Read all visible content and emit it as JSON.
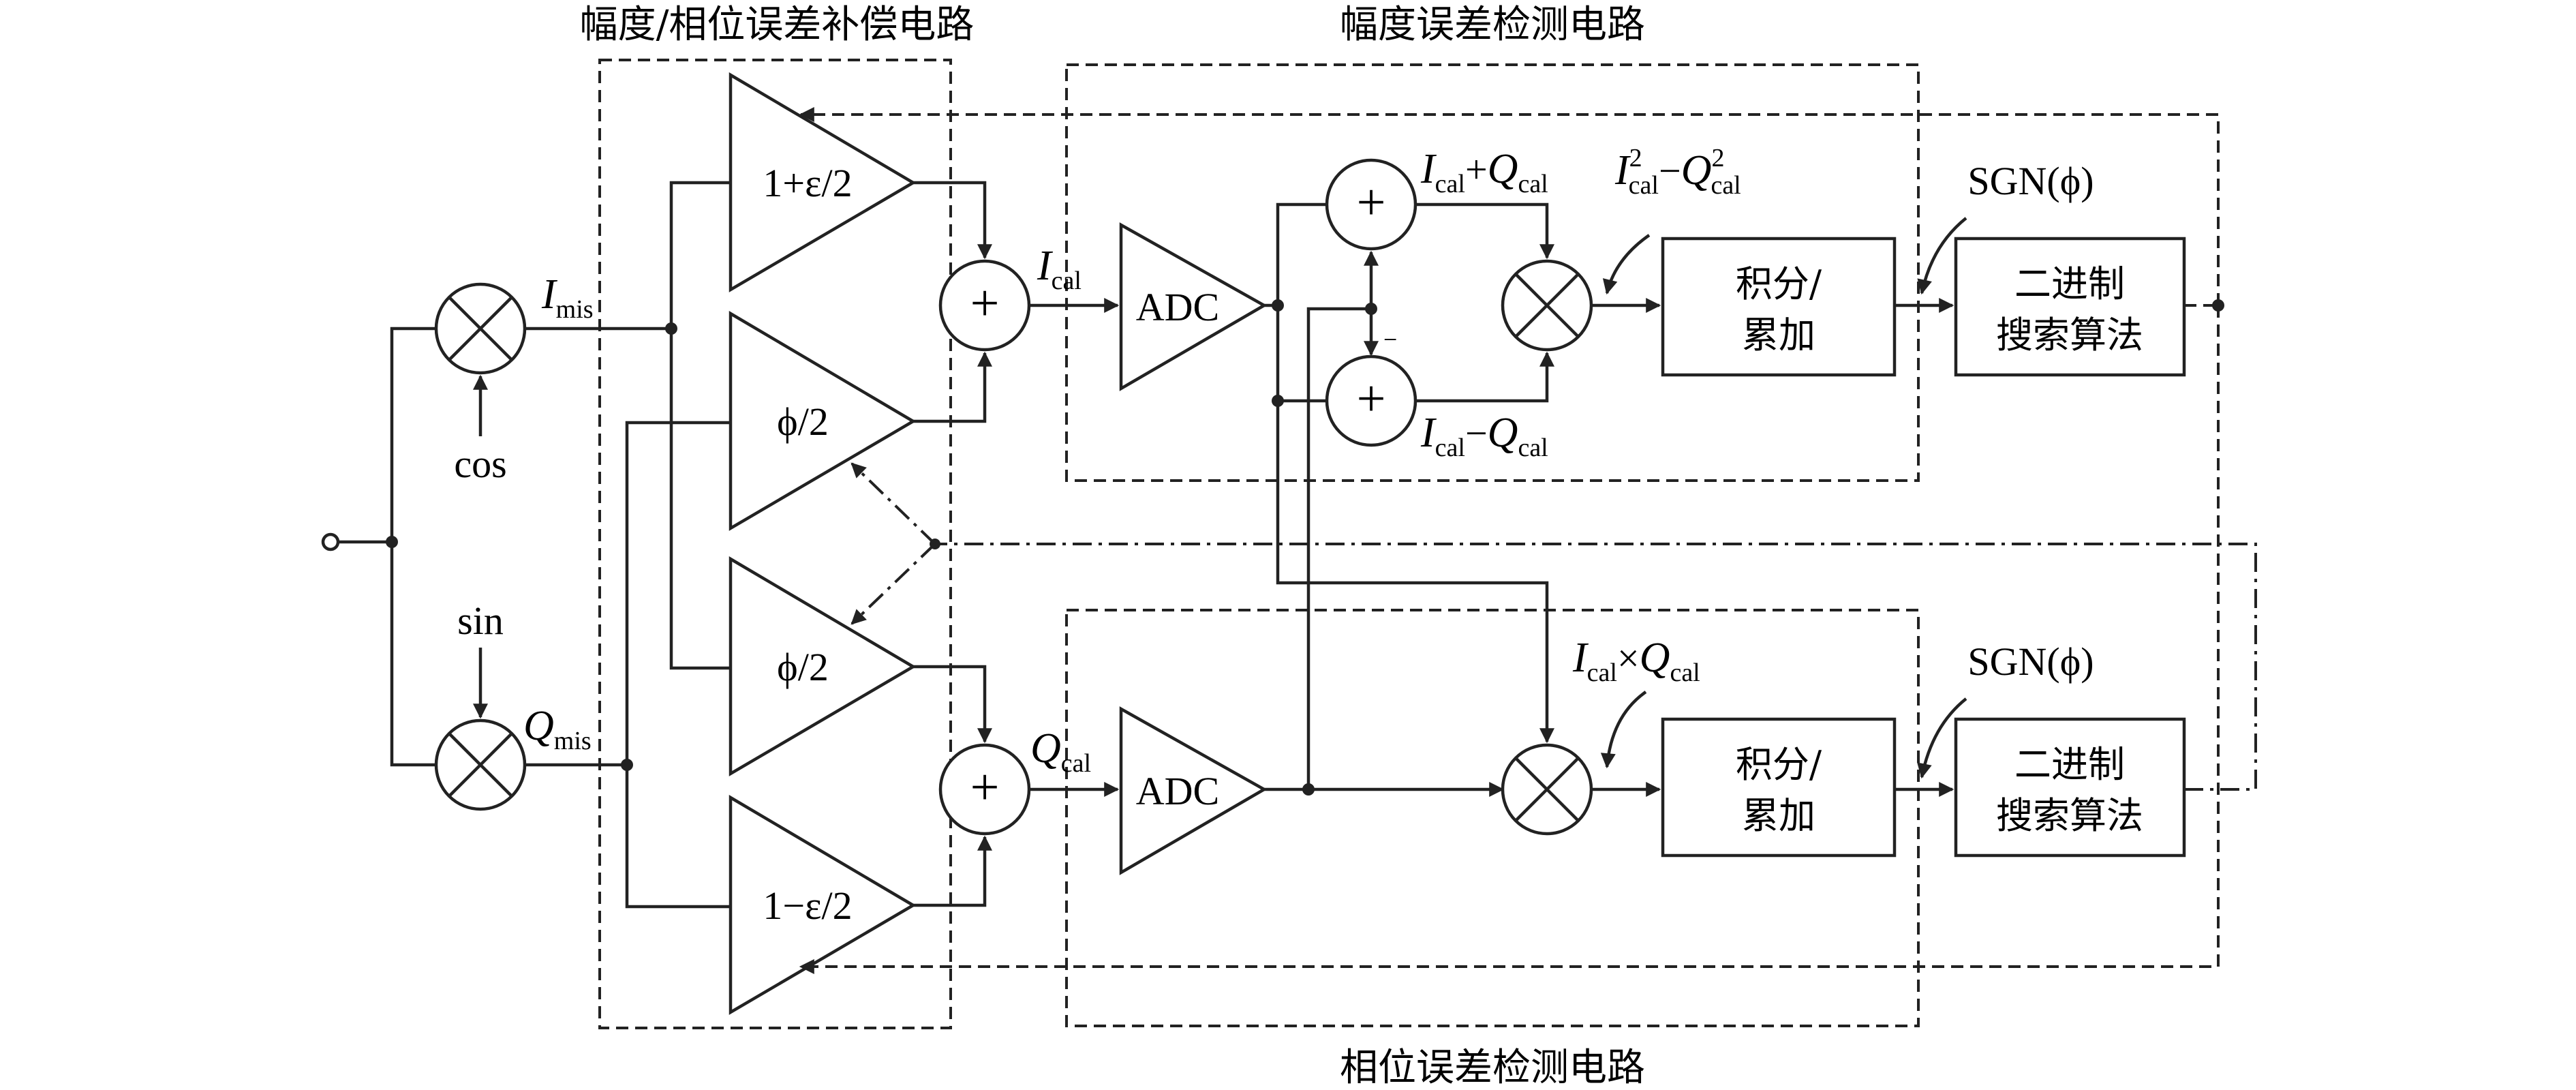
{
  "titles": {
    "compensation_block": "幅度/相位误差补偿电路",
    "amplitude_detect_block": "幅度误差检测电路",
    "phase_detect_block": "相位误差检测电路"
  },
  "mixers": {
    "cos_label": "cos",
    "sin_label": "sin"
  },
  "signals": {
    "i_mis": {
      "main": "I",
      "sub": "mis"
    },
    "q_mis": {
      "main": "Q",
      "sub": "mis"
    },
    "i_cal": {
      "main": "I",
      "sub": "cal"
    },
    "q_cal": {
      "main": "Q",
      "sub": "cal"
    },
    "sum_iq": {
      "i": "I",
      "sub1": "cal",
      "op": "+",
      "q": "Q",
      "sub2": "cal"
    },
    "diff_iq": {
      "i": "I",
      "sub1": "cal",
      "op": "−",
      "q": "Q",
      "sub2": "cal"
    },
    "square_diff": {
      "i": "I",
      "sup1": "2",
      "sub1": "cal",
      "op": "−",
      "q": "Q",
      "sup2": "2",
      "sub2": "cal"
    },
    "product_iq": {
      "i": "I",
      "sub1": "cal",
      "op": "×",
      "q": "Q",
      "sub2": "cal"
    },
    "sgn_top": "SGN(ϕ)",
    "sgn_bottom": "SGN(ϕ)"
  },
  "amplifiers": {
    "gain_top": "1+ε/2",
    "phase_top": "ϕ/2",
    "phase_bottom": "ϕ/2",
    "gain_bottom": "1−ε/2"
  },
  "adc": {
    "top": "ADC",
    "bottom": "ADC"
  },
  "integrator": {
    "line1": "积分/",
    "line2": "累加"
  },
  "binary_search": {
    "line1": "二进制",
    "line2": "搜索算法"
  },
  "symbols": {
    "plus": "+",
    "times": "×",
    "minus_mark": "−"
  }
}
